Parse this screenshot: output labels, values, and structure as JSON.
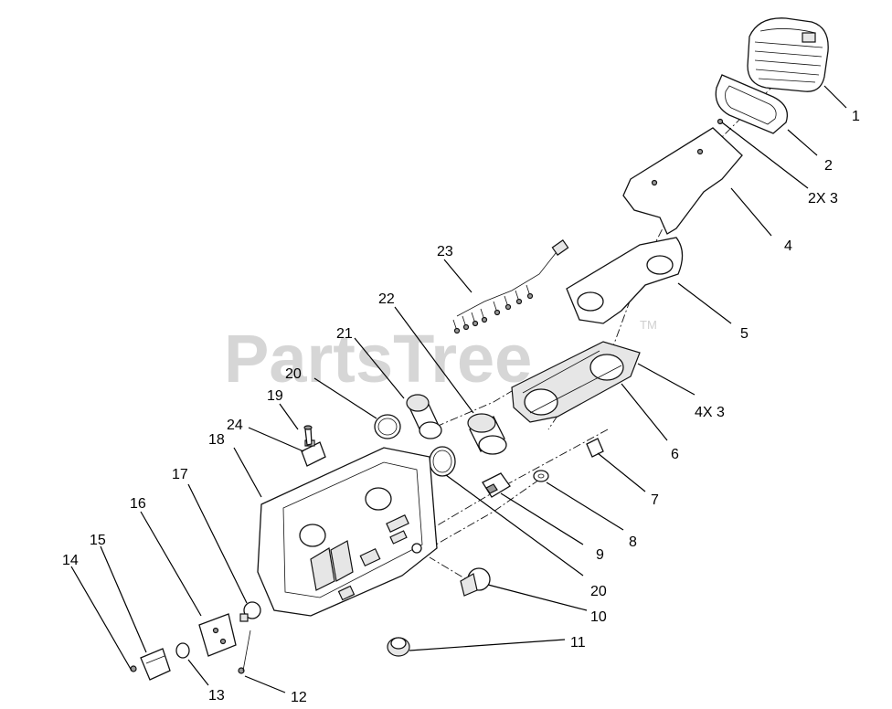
{
  "watermark": {
    "text": "PartsTree",
    "trademark": "TM"
  },
  "callouts": [
    {
      "id": "c1",
      "label": "1"
    },
    {
      "id": "c2",
      "label": "2"
    },
    {
      "id": "c2x3",
      "label": "2X 3"
    },
    {
      "id": "c4",
      "label": "4"
    },
    {
      "id": "c5",
      "label": "5"
    },
    {
      "id": "c4x3",
      "label": "4X 3"
    },
    {
      "id": "c6",
      "label": "6"
    },
    {
      "id": "c7",
      "label": "7"
    },
    {
      "id": "c8",
      "label": "8"
    },
    {
      "id": "c9",
      "label": "9"
    },
    {
      "id": "c20b",
      "label": "20"
    },
    {
      "id": "c10",
      "label": "10"
    },
    {
      "id": "c11",
      "label": "11"
    },
    {
      "id": "c12",
      "label": "12"
    },
    {
      "id": "c13",
      "label": "13"
    },
    {
      "id": "c14",
      "label": "14"
    },
    {
      "id": "c15",
      "label": "15"
    },
    {
      "id": "c16",
      "label": "16"
    },
    {
      "id": "c17",
      "label": "17"
    },
    {
      "id": "c18",
      "label": "18"
    },
    {
      "id": "c19",
      "label": "19"
    },
    {
      "id": "c20a",
      "label": "20"
    },
    {
      "id": "c21",
      "label": "21"
    },
    {
      "id": "c22",
      "label": "22"
    },
    {
      "id": "c23",
      "label": "23"
    },
    {
      "id": "c24",
      "label": "24"
    }
  ]
}
